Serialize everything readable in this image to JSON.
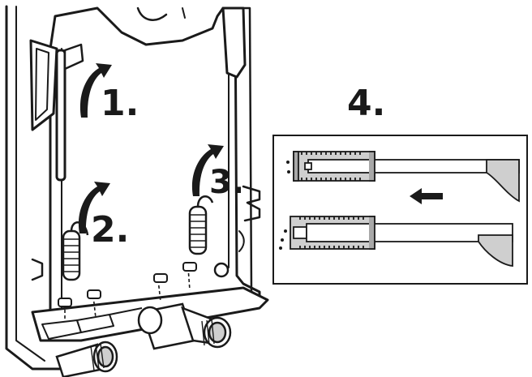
{
  "steps": {
    "step1": "1.",
    "step2": "2.",
    "step3": "3.",
    "step4": "4."
  },
  "colors": {
    "ink": "#1a1a1a",
    "body_fill": "#ffffff",
    "panel_stroke": "#1a1a1a",
    "cylinder_fill": "#cfcfcf",
    "cylinder_dark": "#a8a8a8"
  },
  "icons": {
    "rotate_arrow": "curved-arrow-icon",
    "direction_arrow": "arrow-left-icon",
    "water_drops": "droplet-icon"
  }
}
